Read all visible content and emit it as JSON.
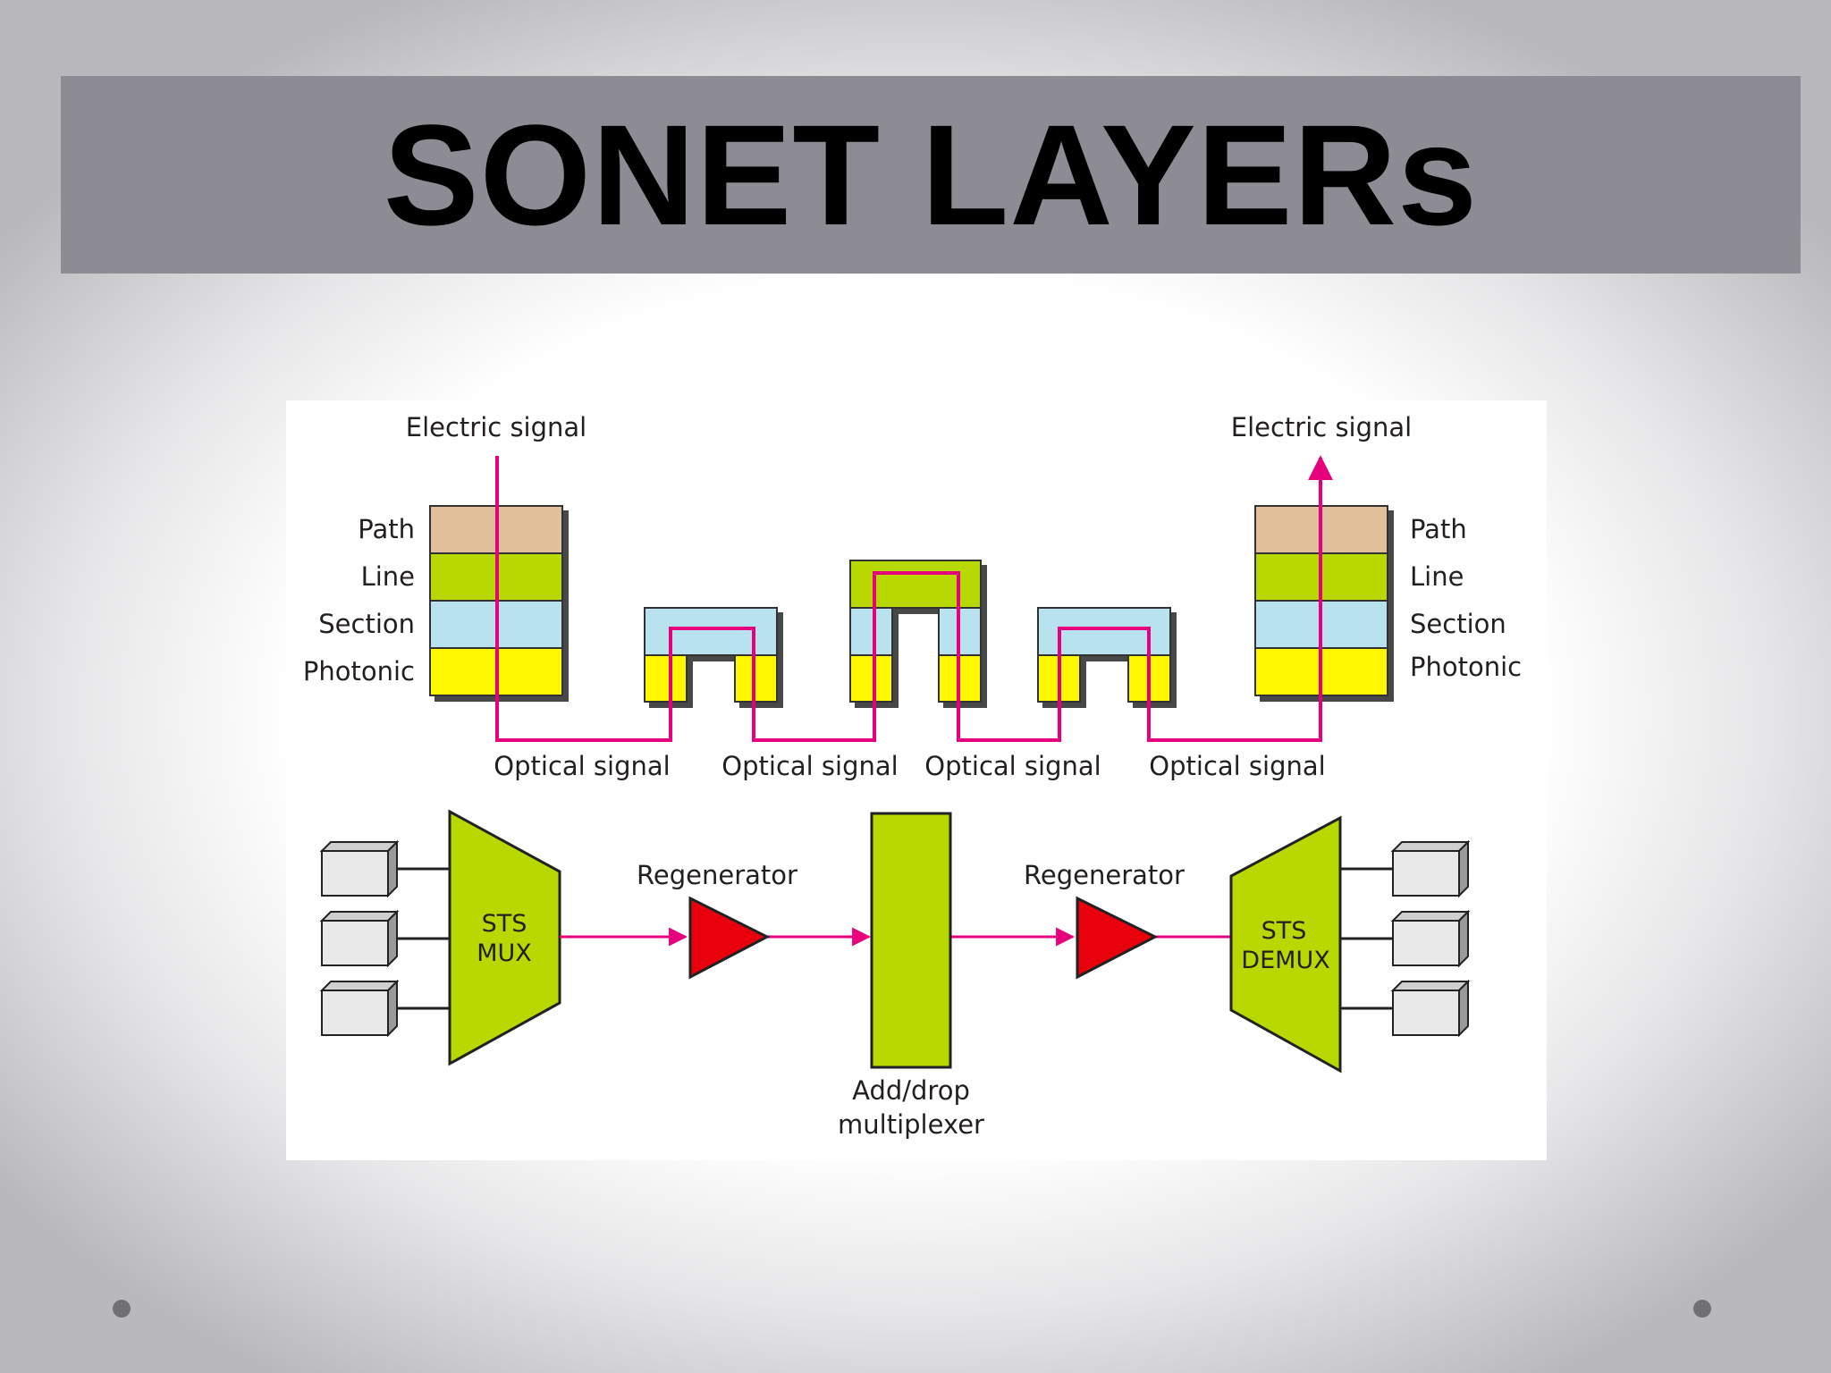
{
  "slide": {
    "title": "SONET LAYERs"
  },
  "diagram": {
    "electric_signal_in": "Electric signal",
    "electric_signal_out": "Electric signal",
    "layers": [
      "Path",
      "Line",
      "Section",
      "Photonic"
    ],
    "optical_signals": [
      "Optical signal",
      "Optical signal",
      "Optical signal",
      "Optical signal"
    ],
    "mux_label_1": "STS",
    "mux_label_2": "MUX",
    "demux_label_1": "STS",
    "demux_label_2": "DEMUX",
    "regenerator_1": "Regenerator",
    "regenerator_2": "Regenerator",
    "adm_label_1": "Add/drop",
    "adm_label_2": "multiplexer",
    "colors": {
      "path": "#e2bf9b",
      "line": "#b7d800",
      "section": "#b7e2ee",
      "photonic": "#fff700",
      "signal": "#e6007e",
      "regenerator": "#e8000d",
      "device": "#b7d800",
      "title_bar": "#8d8c95"
    }
  }
}
